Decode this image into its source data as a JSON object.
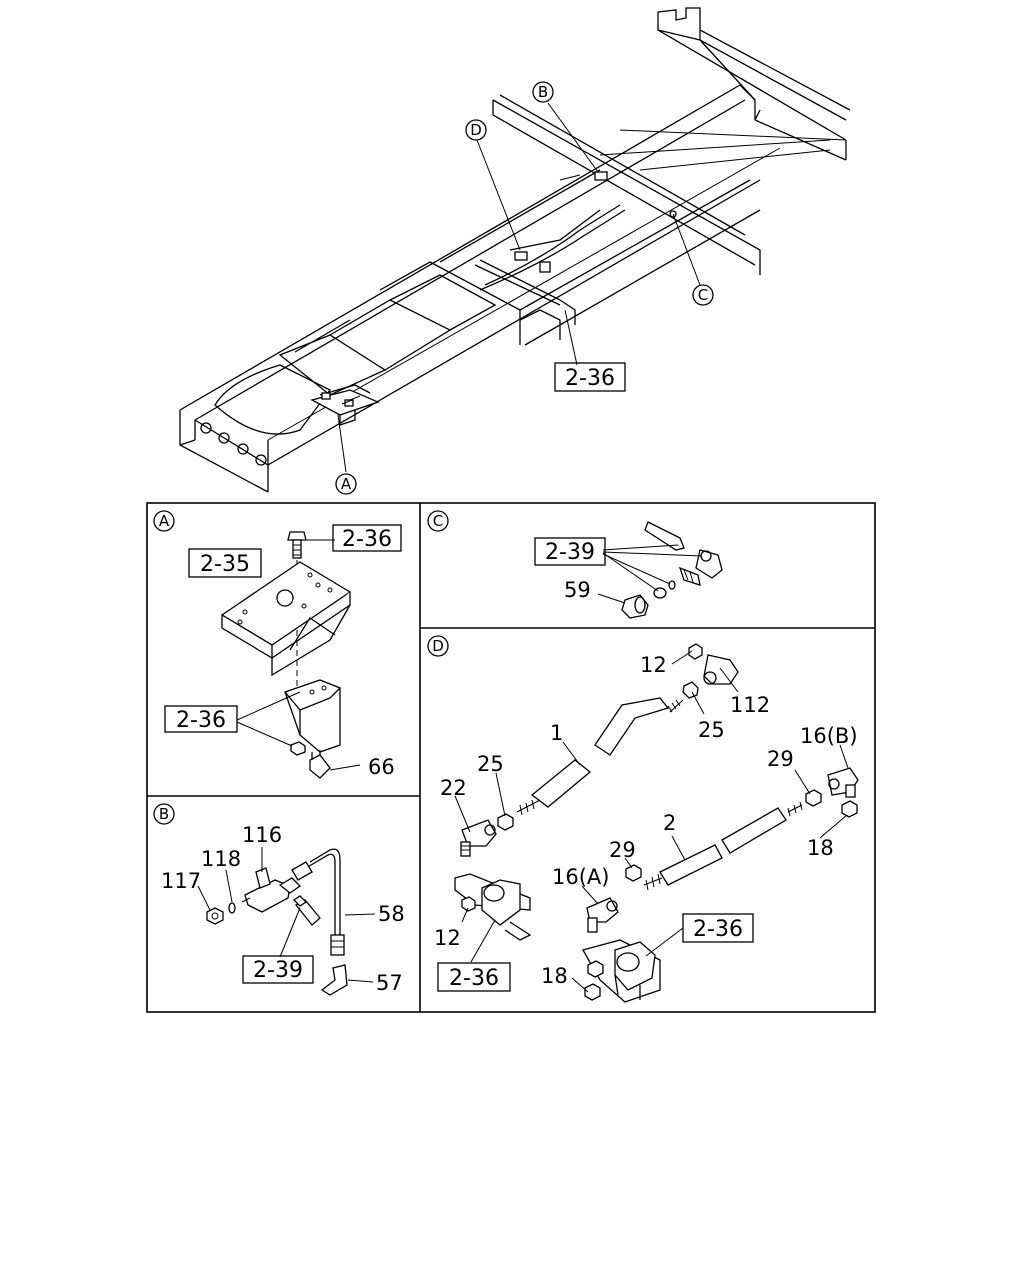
{
  "overview": {
    "callouts": {
      "A": "A",
      "B": "B",
      "C": "C",
      "D": "D"
    },
    "ref_box": "2-36"
  },
  "panel_a": {
    "tag": "A",
    "refs": {
      "top": "2-36",
      "mid": "2-35",
      "bottom": "2-36"
    },
    "parts": {
      "p66": "66"
    }
  },
  "panel_b": {
    "tag": "B",
    "refs": {
      "r1": "2-39"
    },
    "parts": {
      "p116": "116",
      "p118": "118",
      "p117": "117",
      "p58": "58",
      "p57": "57"
    }
  },
  "panel_c": {
    "tag": "C",
    "refs": {
      "r1": "2-39"
    },
    "parts": {
      "p59": "59"
    }
  },
  "panel_d": {
    "tag": "D",
    "refs": {
      "left": "2-36",
      "right": "2-36"
    },
    "parts": {
      "p12a": "12",
      "p112": "112",
      "p25a": "25",
      "p1": "1",
      "p25b": "25",
      "p22": "22",
      "p29a": "29",
      "p16b": "16(B)",
      "p18a": "18",
      "p2": "2",
      "p29b": "29",
      "p16a": "16(A)",
      "p12b": "12",
      "p18b": "18"
    }
  }
}
